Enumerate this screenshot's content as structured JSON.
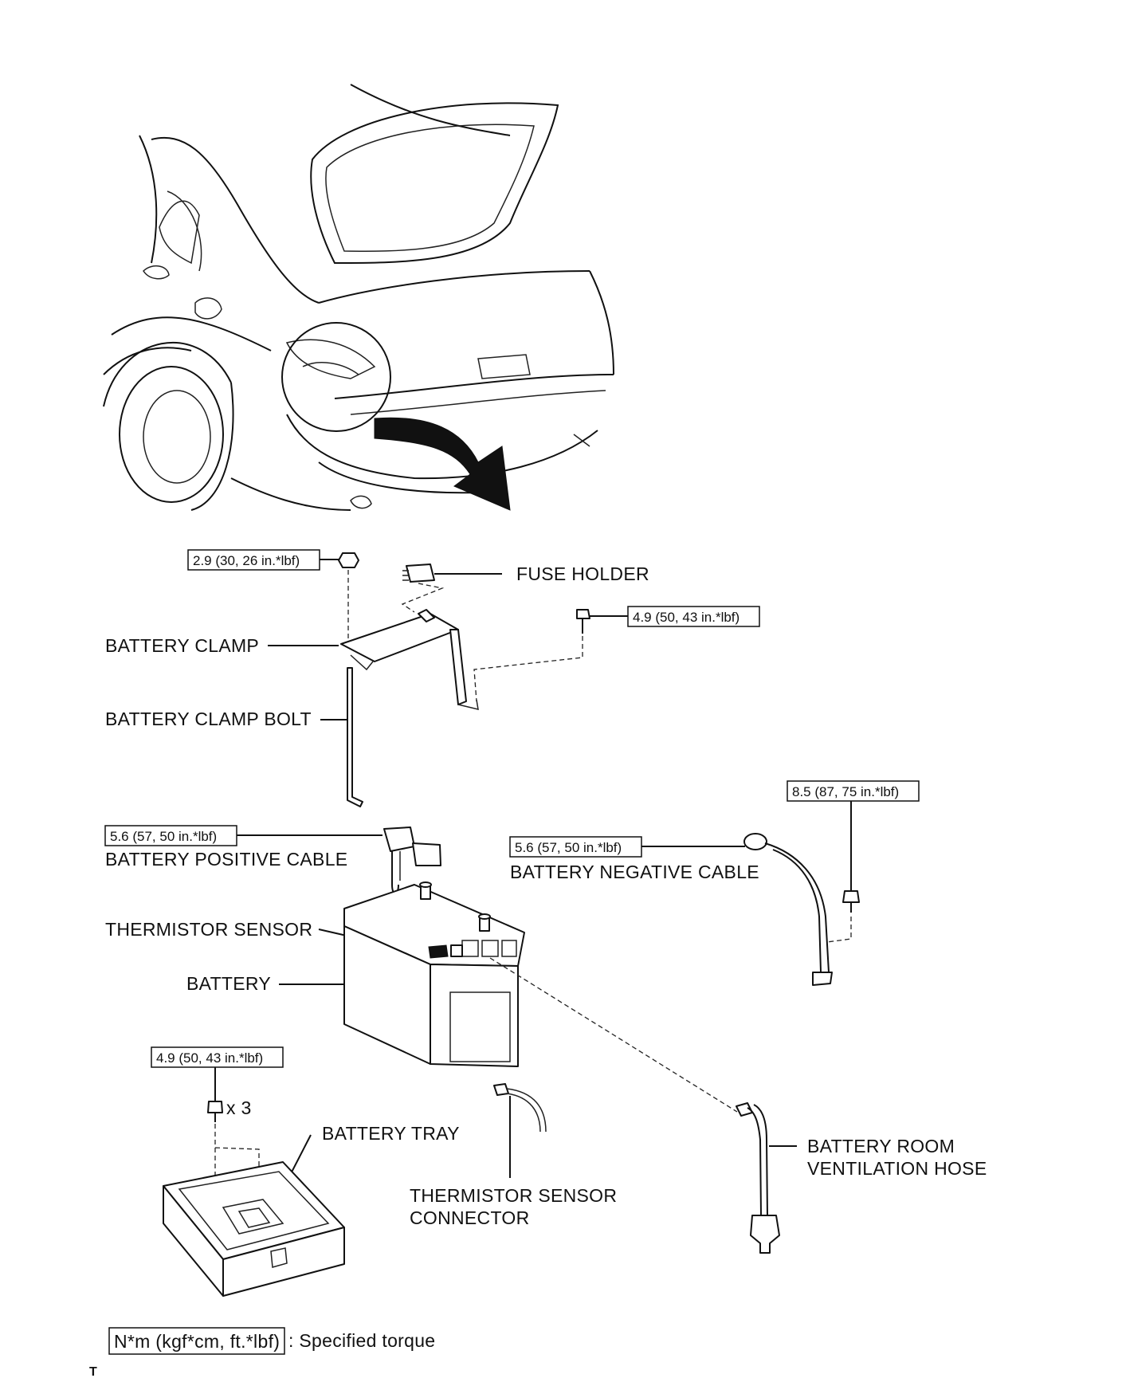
{
  "labels": {
    "fuse_holder": "FUSE HOLDER",
    "battery_clamp": "BATTERY CLAMP",
    "battery_clamp_bolt": "BATTERY CLAMP BOLT",
    "battery_positive_cable": "BATTERY POSITIVE CABLE",
    "battery_negative_cable": "BATTERY NEGATIVE CABLE",
    "thermistor_sensor": "THERMISTOR SENSOR",
    "battery": "BATTERY",
    "battery_tray": "BATTERY TRAY",
    "thermistor_sensor_connector_1": "THERMISTOR SENSOR",
    "thermistor_sensor_connector_2": "CONNECTOR",
    "vent_hose_1": "BATTERY ROOM",
    "vent_hose_2": "VENTILATION HOSE"
  },
  "torques": {
    "clamp_nut": "2.9 (30, 26 in.*lbf)",
    "bracket_bolt": "4.9 (50, 43 in.*lbf)",
    "positive_cable": "5.6 (57, 50 in.*lbf)",
    "negative_cable": "5.6 (57, 50 in.*lbf)",
    "negative_bolt": "8.5 (87, 75 in.*lbf)",
    "tray_bolt": "4.9 (50, 43 in.*lbf)"
  },
  "tray_bolt_qty": "x 3",
  "legend": {
    "unit": "N*m (kgf*cm, ft.*lbf)",
    "text": ": Specified torque"
  },
  "corner_mark": "T"
}
